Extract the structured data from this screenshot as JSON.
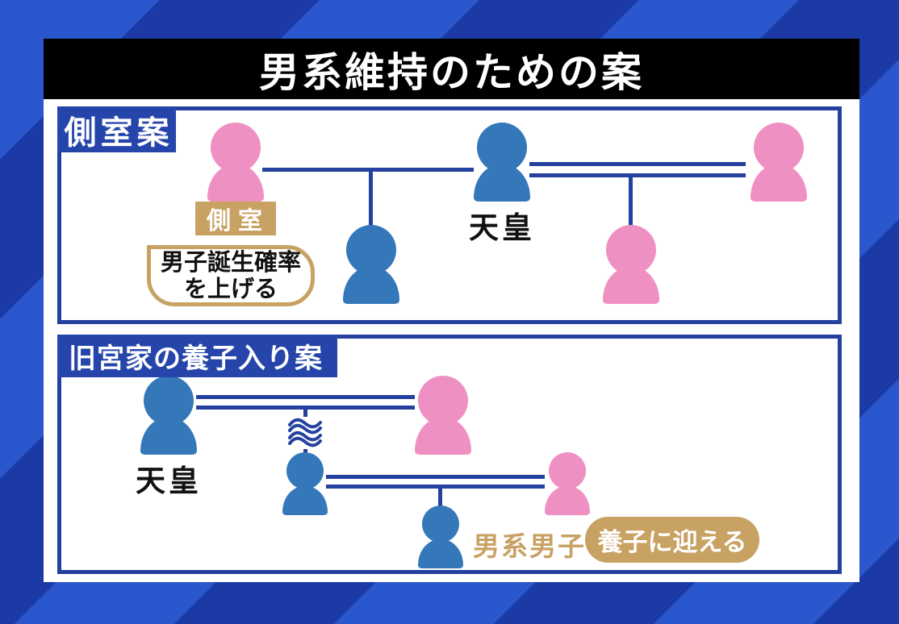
{
  "title": "男系維持のための案",
  "colors": {
    "background_dark_blue": "#1b3aa5",
    "background_light_blue": "#2a57cd",
    "banner_black": "#000000",
    "navy": "#24419f",
    "label_blue": "#2645aa",
    "male_blue": "#3578b9",
    "female_pink": "#ef90c2",
    "tan_gold": "#c8a263",
    "text_black": "#111111"
  },
  "proposal1": {
    "label": "側室案",
    "concubine_label": "側室",
    "emperor_label": "天皇",
    "note_lines": [
      "男子誕生確率",
      "を上げる"
    ],
    "figures": [
      {
        "role": "concubine",
        "gender": "female",
        "label": "側室"
      },
      {
        "role": "son-of-concubine",
        "gender": "male",
        "label": ""
      },
      {
        "role": "emperor",
        "gender": "male",
        "label": "天皇"
      },
      {
        "role": "daughter-of-empress",
        "gender": "female",
        "label": ""
      },
      {
        "role": "empress",
        "gender": "female",
        "label": ""
      }
    ],
    "tree": {
      "couples": [
        {
          "left": "concubine",
          "right": "emperor",
          "line": "single",
          "child": "son-of-concubine"
        },
        {
          "left": "emperor",
          "right": "empress",
          "line": "double",
          "child": "daughter-of-empress"
        }
      ]
    }
  },
  "proposal2": {
    "label": "旧宮家の養子入り案",
    "emperor_label": "天皇",
    "male_line_label": "男系男子",
    "adopt_note": "養子に迎える",
    "figures": [
      {
        "role": "emperor",
        "gender": "male",
        "label": "天皇"
      },
      {
        "role": "empress",
        "gender": "female",
        "label": ""
      },
      {
        "role": "former-branch-descendant",
        "gender": "male",
        "label": ""
      },
      {
        "role": "descendant-wife",
        "gender": "female",
        "label": ""
      },
      {
        "role": "male-line-male",
        "gender": "male",
        "label": "男系男子"
      }
    ],
    "tree": {
      "couples": [
        {
          "left": "emperor",
          "right": "empress",
          "line": "double",
          "descent": "generations-skipped"
        },
        {
          "left": "former-branch-descendant",
          "right": "descendant-wife",
          "line": "double",
          "child": "male-line-male"
        }
      ]
    }
  }
}
